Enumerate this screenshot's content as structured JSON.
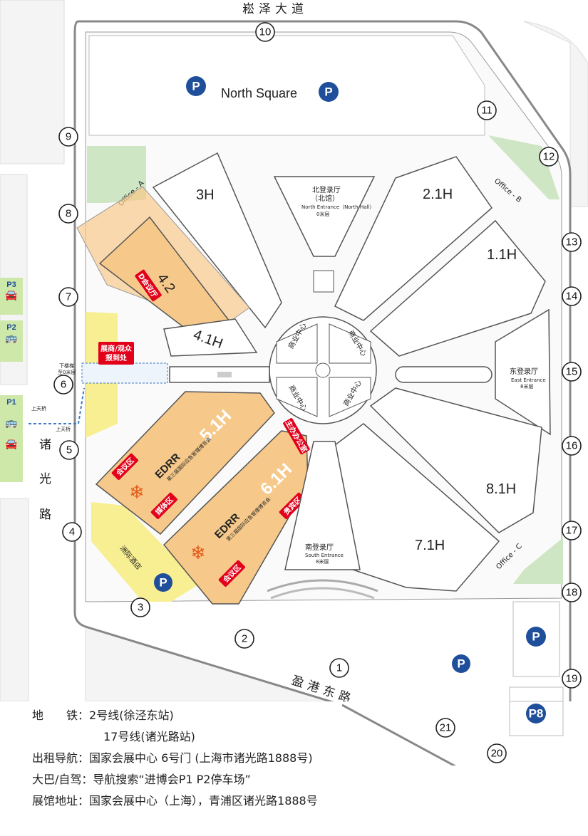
{
  "roads": {
    "north": "崧泽大道",
    "south": "盈港东路",
    "west": [
      "诸",
      "光",
      "路"
    ]
  },
  "areas": {
    "north_square": "North Square",
    "office_a": "Office - A",
    "office_b": "Office - B",
    "office_c": "Office - C",
    "hotel": "洲际酒店"
  },
  "halls": {
    "h3": "3H",
    "h21": "2.1H",
    "h11": "1.1H",
    "h42": "4.2",
    "h41": "4.1H",
    "h51": "5.1H",
    "h61": "6.1H",
    "h81": "8.1H",
    "h71": "7.1H"
  },
  "entrances": {
    "north_cn": "北登录厅",
    "north_sub": "（北馆）",
    "north_en": "North Entrance（North Hall）",
    "north_floor": "0米层",
    "east_cn": "东登录厅",
    "east_en": "East Entrance",
    "east_floor": "8米层",
    "south_cn": "南登录厅",
    "south_en": "South Entrance",
    "south_floor": "8米层"
  },
  "center": {
    "q1": "商业中心",
    "q2": "商业中心",
    "q3": "商业中心",
    "q4": "商业中心"
  },
  "tags": {
    "d_meeting": "D会议厅",
    "registration_line1": "展商/观众",
    "registration_line2": "报到处",
    "host_office": "主办办公室",
    "meeting_area_1": "会议区",
    "media_area": "媒体区",
    "vip_area": "贵宾区",
    "meeting_area_2": "会议区",
    "elevator_down": "下楼梯",
    "elevator_down_sub": "至0米层",
    "skybridge_1": "上天桥",
    "skybridge_2": "上天桥"
  },
  "edrr": {
    "title": "EDRR",
    "subtitle": "第三届国际应急管理博览会"
  },
  "gates": [
    "1",
    "2",
    "3",
    "4",
    "5",
    "6",
    "7",
    "8",
    "9",
    "10",
    "11",
    "12",
    "13",
    "14",
    "15",
    "16",
    "17",
    "18",
    "19",
    "20",
    "21"
  ],
  "parking": {
    "p": "P",
    "p8": "P8",
    "side_p3": "P3",
    "side_p2": "P2",
    "side_p1": "P1"
  },
  "info": {
    "metro_label": "地　　铁：",
    "metro_line1": "2号线(徐泾东站)",
    "metro_line2": "17号线(诸光路站)",
    "taxi_label": "出租导航：",
    "taxi_value": "国家会展中心 6号门 (上海市诸光路1888号)",
    "bus_label": "大巴/自驾：",
    "bus_value": "导航搜索“进博会P1 P2停车场”",
    "address_label": "展馆地址：",
    "address_value": "国家会展中心（上海），青浦区诸光路1888号"
  },
  "colors": {
    "hall_orange": "#f6c98a",
    "yellow": "#f7ef92",
    "green": "#cfe6c4",
    "parking_blue": "#1f4e9a",
    "red": "#e3001b",
    "side_green": "#cde8a8"
  }
}
